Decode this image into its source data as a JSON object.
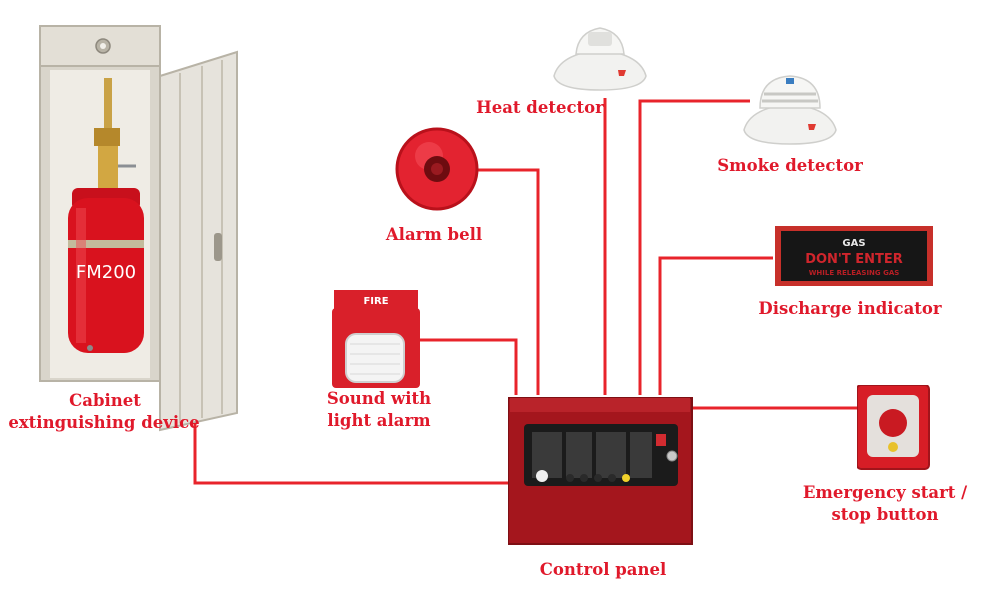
{
  "colors": {
    "wire": "#e8242b",
    "label": "#e0192b",
    "panel": "#a4161d",
    "cylinder": "#d9121e",
    "cabinet": "#dedbd2"
  },
  "labels": {
    "heat_detector": "Heat detector",
    "smoke_detector": "Smoke detector",
    "alarm_bell": "Alarm bell",
    "discharge_indicator": "Discharge indicator",
    "sound_light_line1": "Sound with",
    "sound_light_line2": "light alarm",
    "cabinet_line1": "Cabinet",
    "cabinet_line2": "extinguishing device",
    "emergency_line1": "Emergency start /",
    "emergency_line2": "stop button",
    "control_panel": "Control panel"
  },
  "device_text": {
    "cylinder_model": "FM200",
    "strobe_text": "FIRE",
    "sign_top": "GAS",
    "sign_main": "DON'T ENTER",
    "sign_sub": "WHILE RELEASING GAS"
  }
}
